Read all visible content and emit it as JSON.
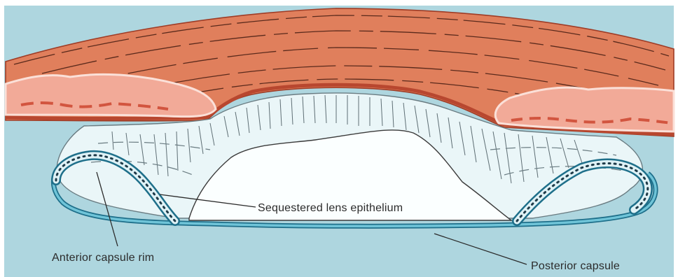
{
  "labels": {
    "sequestered": "Sequestered lens epithelium",
    "anterior_rim": "Anterior capsule rim",
    "posterior": "Posterior capsule"
  },
  "colors": {
    "background": "#aed6df",
    "cornea": "#e07f5c",
    "cornea_dark": "#b8472f",
    "iris": "#f2aa98",
    "iris_spot": "#d2553f",
    "lens_fibers": "#eaf6f8",
    "lens_clear": "#fbffff",
    "capsule": "#4fb0c8",
    "capsule_dark": "#1e6f8a",
    "ink": "#3a3a3a"
  }
}
